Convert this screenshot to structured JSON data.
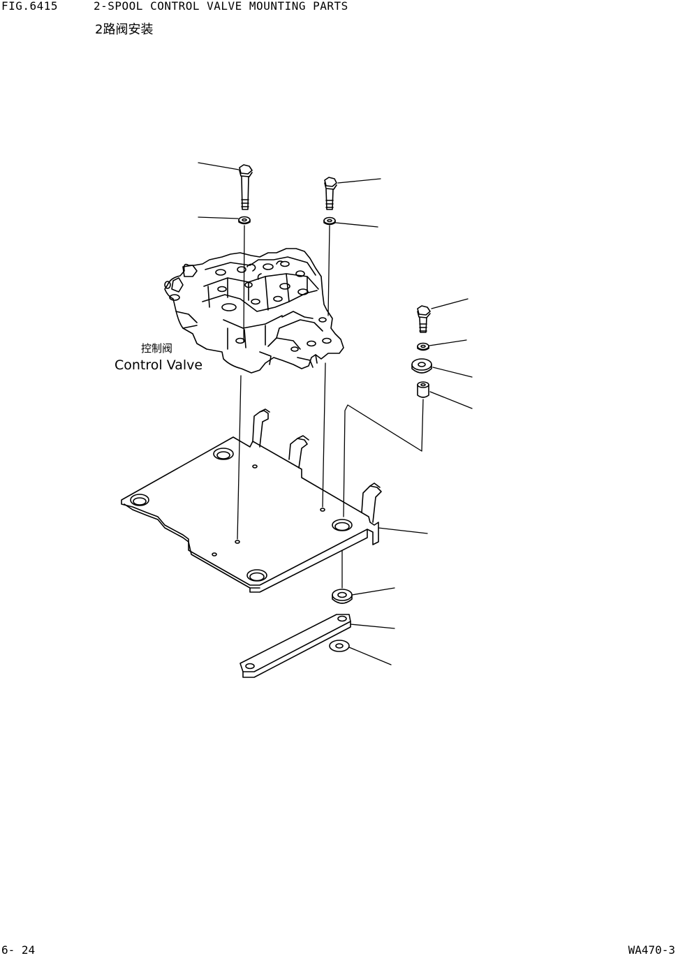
{
  "header": {
    "figure_number": "FIG.6415",
    "title": "2-SPOOL CONTROL VALVE MOUNTING PARTS",
    "subtitle_cn": "2路阀安装"
  },
  "labels": {
    "control_valve_cn": "控制阀",
    "control_valve_en": "Control Valve"
  },
  "footer": {
    "page_number": "6- 24",
    "model": "WA470-3"
  }
}
